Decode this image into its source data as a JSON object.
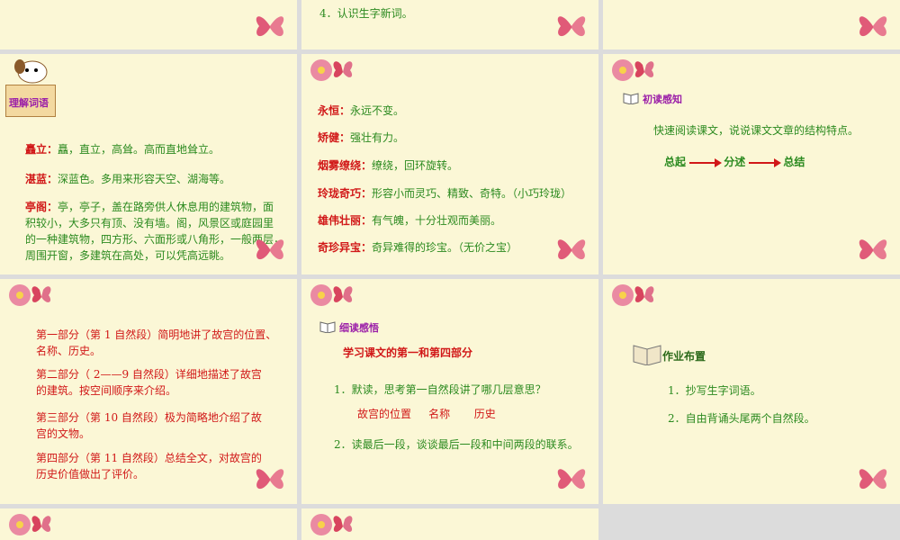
{
  "s2_item": "4．认识生字新词。",
  "s4": {
    "tag": "理解词语",
    "p1_term": "矗立：",
    "p1_text": "矗，直立，高耸。高而直地耸立。",
    "p2_term": "湛蓝：",
    "p2_text": "深蓝色。多用来形容天空、湖海等。",
    "p3_term": "亭阁：",
    "p3_line1": "亭，亭子，盖在路旁供人休息用的建筑物，面",
    "p3_line2": "积较小，大多只有顶、没有墙。阁，风景区或庭园里",
    "p3_line3": "的一种建筑物，四方形、六面形或八角形，一般两层，",
    "p3_line4": "周围开窗，多建筑在高处，可以凭高远眺。"
  },
  "s5": {
    "rows": [
      {
        "term": "永恒：",
        "text": "永远不变。"
      },
      {
        "term": "矫健：",
        "text": "强壮有力。"
      },
      {
        "term": "烟雾缭绕：",
        "text": "缭绕，回环旋转。"
      },
      {
        "term": "玲珑奇巧：",
        "text": "形容小而灵巧、精致、奇特。（小巧玲珑）"
      },
      {
        "term": "雄伟壮丽：",
        "text": "有气魄，十分壮观而美丽。"
      },
      {
        "term": "奇珍异宝：",
        "text": "奇异难得的珍宝。（无价之宝）"
      }
    ]
  },
  "s6": {
    "tag": "初读感知",
    "q": "快速阅读课文，说说课文文章的结构特点。",
    "a": "总起",
    "b": "分述",
    "c": "总结"
  },
  "s7": {
    "p1_head": "第一部分（第 1 自然段）简明地讲了故宫的位置、",
    "p1_tail": "名称、历史。",
    "p2_head": "第二部分（ 2——9 自然段）详细地描述了故宫",
    "p2_tail": "的建筑。按空间顺序来介绍。",
    "p3_head": "第三部分（第 10 自然段）极为简略地介绍了故",
    "p3_tail": "宫的文物。",
    "p4_head": "第四部分（第 11 自然段）总结全文，对故宫的",
    "p4_tail": "历史价值做出了评价。"
  },
  "s8": {
    "tag": "细读感悟",
    "title": "学习课文的第一和第四部分",
    "q1": "1．默读，思考第一自然段讲了哪几层意思？",
    "a1": "故宫的位置     名称       历史",
    "q2": "2．读最后一段，谈谈最后一段和中间两段的联系。"
  },
  "s9": {
    "title": "作业布置",
    "i1": "1．抄写生字词语。",
    "i2": "2．自由背诵头尾两个自然段。"
  }
}
